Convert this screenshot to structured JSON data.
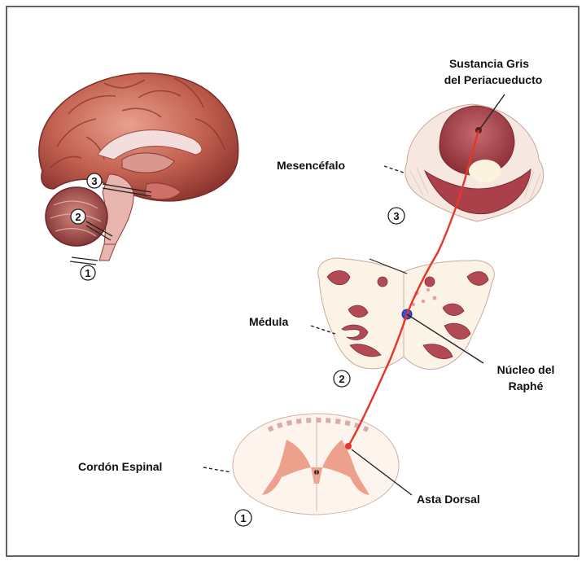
{
  "labels": {
    "pag_line1": "Sustancia Gris",
    "pag_line2": "del Periacueducto",
    "mesencefalo": "Mesencéfalo",
    "medula": "Médula",
    "raphe_line1": "Núcleo del",
    "raphe_line2": "Raphé",
    "cordon": "Cordón Espinal",
    "asta": "Asta Dorsal"
  },
  "markers": {
    "brain_1": "1",
    "brain_2": "2",
    "brain_3": "3",
    "level_3": "3",
    "level_2": "2",
    "level_1": "1"
  },
  "colors": {
    "pathway": "#e8342a",
    "raphe_nucleus": "#3b4fc8",
    "tissue": "#a83e45",
    "grey_matter_spinal": "#eda08c"
  }
}
